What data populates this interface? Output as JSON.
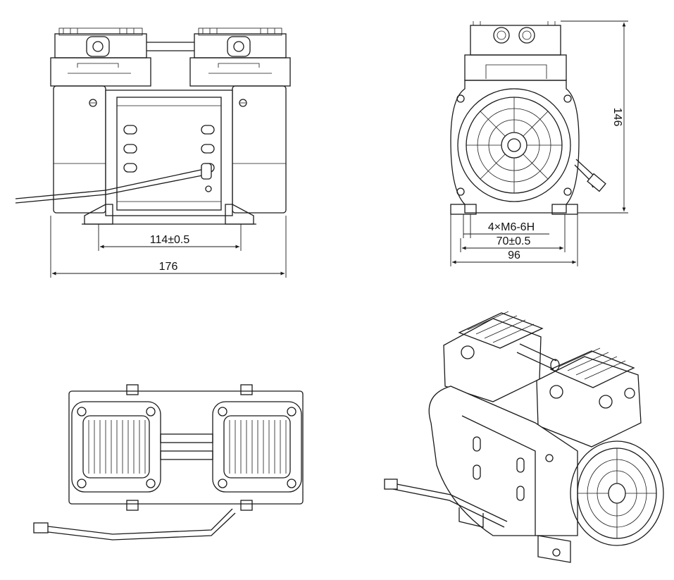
{
  "dimensions": {
    "front_mount_spacing": "114±0.5",
    "front_overall_length": "176",
    "side_height": "146",
    "side_thread": "4×M6-6H",
    "side_mount_spacing": "70±0.5",
    "side_overall_width": "96"
  },
  "colors": {
    "line": "#1a1a1a",
    "background": "#ffffff"
  }
}
